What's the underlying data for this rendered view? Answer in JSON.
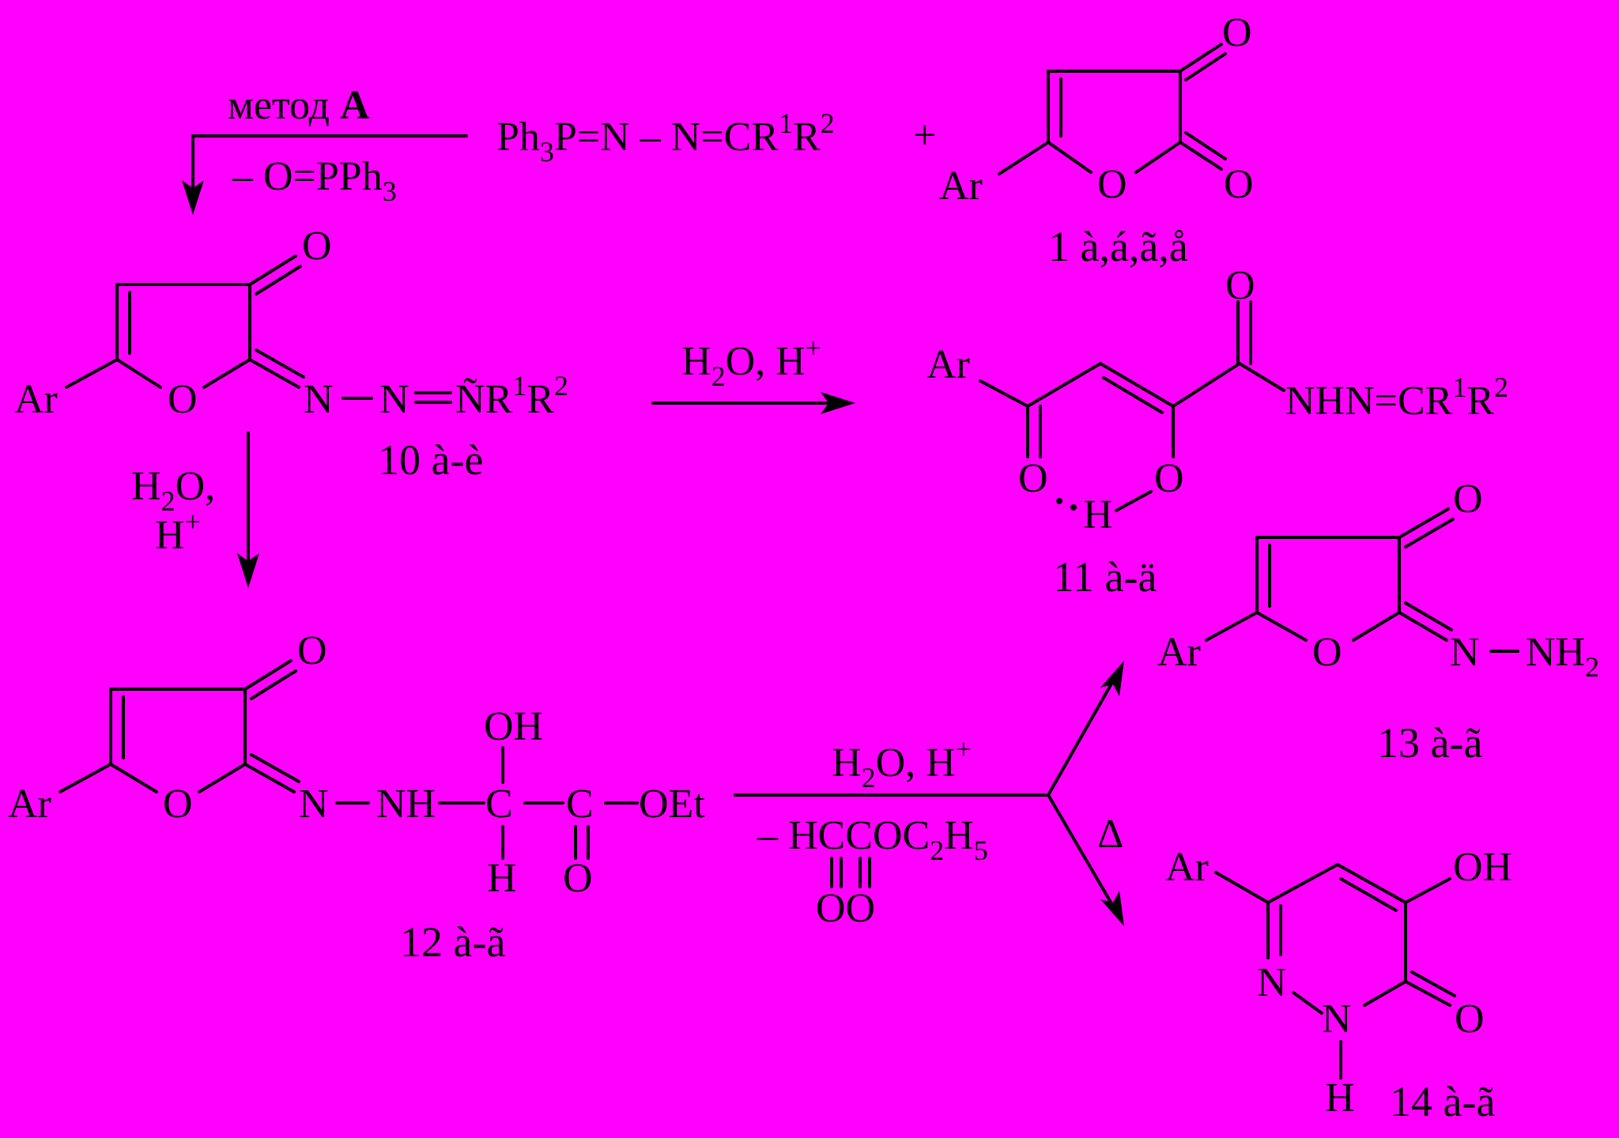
{
  "reagents": {
    "method": "метод",
    "method_letter": "А",
    "ylide": [
      "Ph",
      "3",
      "P=N – N=CR",
      "1",
      "R",
      "2"
    ],
    "plus": "+",
    "byproduct": [
      "– O=PPh",
      "3"
    ]
  },
  "compounds": {
    "c1": "1 à,á,ã,å",
    "c10": "10 à-è",
    "c11": "11 à-ä",
    "c12": "12 à-ã",
    "c13": "13 à-ã",
    "c14": "14 à-ã"
  },
  "conditions": {
    "h2o": [
      "H",
      "2",
      "O,"
    ],
    "h2o_h": [
      "H",
      "2",
      "O, H",
      "+"
    ],
    "h_plus": [
      "H",
      "+"
    ],
    "eliminated": [
      "– HCCOC",
      "2",
      "H",
      "5"
    ],
    "eliminated_oxygens": "OO",
    "delta": "Δ"
  },
  "atoms": {
    "ar": "Ar",
    "o": "O",
    "n": "N",
    "h": "H",
    "oh": "OH",
    "nh": "NH",
    "c": "C",
    "oet": "OEt",
    "nh2": [
      "NH",
      "2"
    ],
    "cr1r2_10": [
      "ÑR",
      "1",
      "R",
      "2"
    ],
    "nhn": [
      "NHN=CR",
      "1",
      "R",
      "2"
    ],
    "n_n": "N – N=",
    "n_dash": "N"
  }
}
